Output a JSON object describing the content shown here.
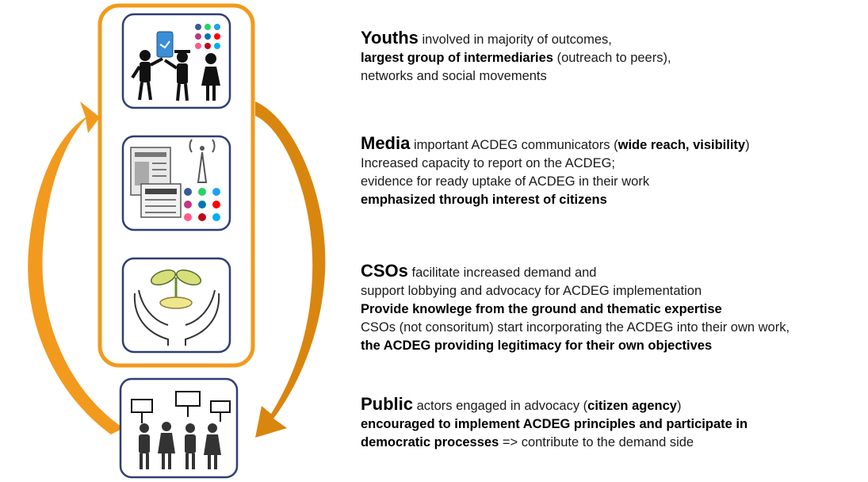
{
  "colors": {
    "accent_orange": "#f29a1e",
    "icon_border": "#2f3f73",
    "text": "#1a1a1a"
  },
  "icons": [
    {
      "name": "youths-icon",
      "description": "three youths with smartphone and social media icons"
    },
    {
      "name": "media-icon",
      "description": "newspaper, magazine, broadcast antenna and social media icons"
    },
    {
      "name": "csos-icon",
      "description": "hands protecting a growing seedling"
    },
    {
      "name": "public-icon",
      "description": "crowd of people holding protest signs"
    }
  ],
  "sections": [
    {
      "title": "Youths",
      "lines": [
        [
          {
            "text": "Youths",
            "head": true
          },
          {
            "text": " involved in majority of outcomes,"
          }
        ],
        [
          {
            "text": "largest group of intermediaries",
            "bold": true
          },
          {
            "text": " (outreach to peers),"
          }
        ],
        [
          {
            "text": "networks and social movements"
          }
        ]
      ]
    },
    {
      "title": "Media",
      "lines": [
        [
          {
            "text": "Media",
            "head": true
          },
          {
            "text": " important ACDEG communicators ("
          },
          {
            "text": "wide reach, visibility",
            "bold": true
          },
          {
            "text": ")"
          }
        ],
        [
          {
            "text": "Increased capacity to report on the ACDEG;"
          }
        ],
        [
          {
            "text": "evidence for ready uptake of ACDEG in their work"
          }
        ],
        [
          {
            "text": "emphasized through interest of citizens",
            "bold": true
          }
        ]
      ]
    },
    {
      "title": "CSOs",
      "lines": [
        [
          {
            "text": "CSOs",
            "head": true
          },
          {
            "text": " facilitate increased demand and"
          }
        ],
        [
          {
            "text": "support lobbying and advocacy for ACDEG implementation"
          }
        ],
        [
          {
            "text": "Provide knowlege from the ground and thematic expertise",
            "bold": true
          }
        ],
        [
          {
            "text": "CSOs (not consoritum) start incorporating the ACDEG into their own work,"
          }
        ],
        [
          {
            "text": "the ACDEG providing legitimacy for their own objectives",
            "bold": true
          }
        ]
      ]
    },
    {
      "title": "Public",
      "lines": [
        [
          {
            "text": "Public",
            "head": true
          },
          {
            "text": " actors engaged in advocacy ("
          },
          {
            "text": "citizen agency",
            "bold": true
          },
          {
            "text": ")"
          }
        ],
        [
          {
            "text": "encouraged to implement ACDEG principles and participate in",
            "bold": true
          }
        ],
        [
          {
            "text": "democratic processes",
            "bold": true
          },
          {
            "text": " => contribute to the demand side"
          }
        ]
      ]
    }
  ]
}
